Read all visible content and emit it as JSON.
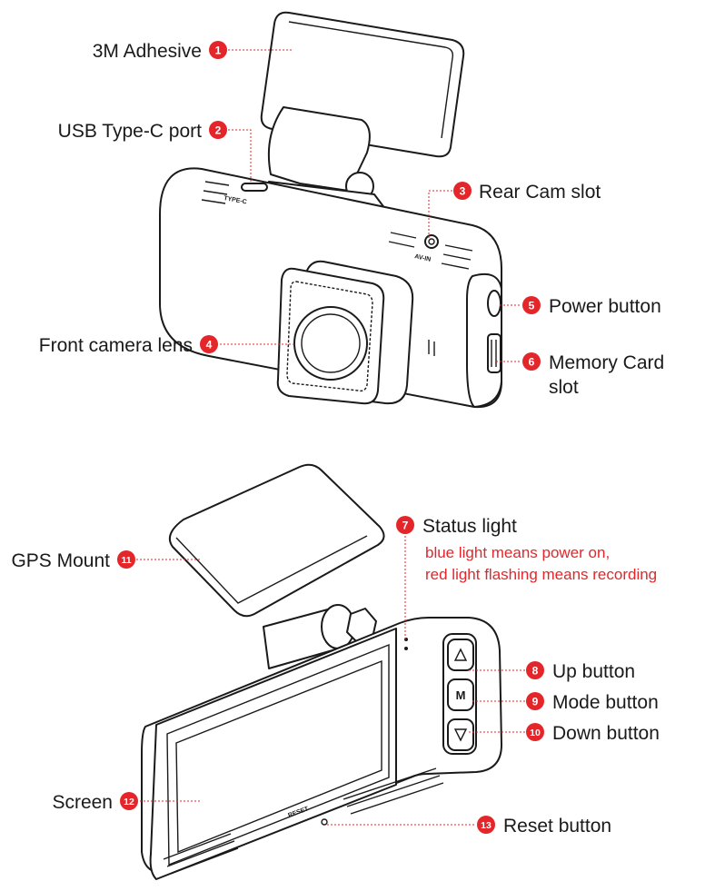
{
  "callouts": [
    {
      "num": "1",
      "label": "3M Adhesive"
    },
    {
      "num": "2",
      "label": "USB Type-C port"
    },
    {
      "num": "3",
      "label": "Rear Cam slot"
    },
    {
      "num": "4",
      "label": "Front camera lens"
    },
    {
      "num": "5",
      "label": "Power button"
    },
    {
      "num": "6",
      "label": "Memory Card",
      "label2": "slot"
    },
    {
      "num": "7",
      "label": "Status light",
      "note1": "blue light means power on,",
      "note2": "red light flashing means recording"
    },
    {
      "num": "8",
      "label": "Up button"
    },
    {
      "num": "9",
      "label": "Mode button"
    },
    {
      "num": "10",
      "label": "Down button"
    },
    {
      "num": "11",
      "label": "GPS Mount"
    },
    {
      "num": "12",
      "label": "Screen"
    },
    {
      "num": "13",
      "label": "Reset button"
    }
  ],
  "device_markings": {
    "usb": "TYPE-C",
    "av": "AV-IN",
    "reset": "RESET",
    "mode_key": "M"
  },
  "colors": {
    "accent": "#e4262a",
    "outline": "#1a1a1a",
    "background": "#ffffff"
  }
}
